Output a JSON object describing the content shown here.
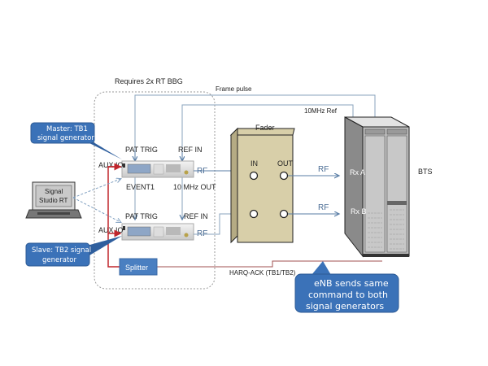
{
  "diagram": {
    "group_label": "Requires 2x RT BBG",
    "frame_pulse_label": "Frame pulse",
    "ref_10mhz_label": "10MHz Ref",
    "fader": {
      "title": "Fader",
      "in_label": "IN",
      "out_label": "OUT"
    },
    "bts": {
      "label": "BTS",
      "rx_a": "Rx A",
      "rx_b": "Rx B"
    },
    "master_callout": {
      "line1": "Master: TB1",
      "line2": "signal generator"
    },
    "slave_callout": {
      "line1": "Slave: TB2 signal",
      "line2": "generator"
    },
    "laptop": {
      "line1": "Signal",
      "line2": "Studio RT"
    },
    "gen1": {
      "pat_trig": "PAT TRIG",
      "ref_in": "REF IN",
      "aux_io": "AUX IO",
      "rf": "RF",
      "event1": "EVENT1",
      "ref_out": "10 MHz OUT"
    },
    "gen2": {
      "pat_trig": "PAT TRIG",
      "ref_in": "REF IN",
      "aux_io": "AUX IO",
      "rf": "RF"
    },
    "splitter_label": "Splitter",
    "rf_label_a": "RF",
    "rf_label_b": "RF",
    "harq_label": "HARQ-ACK (TB1/TB2)",
    "enb_callout": {
      "line1": "eNB sends same",
      "line2": "command to both",
      "line3": "signal generators"
    },
    "colors": {
      "callout_blue": "#3b72b8",
      "signal_line": "#6f8fb0",
      "red_line": "#c0262c",
      "fader_body": "#d8cfa9",
      "bts_gray": "#8a8a8a"
    }
  }
}
